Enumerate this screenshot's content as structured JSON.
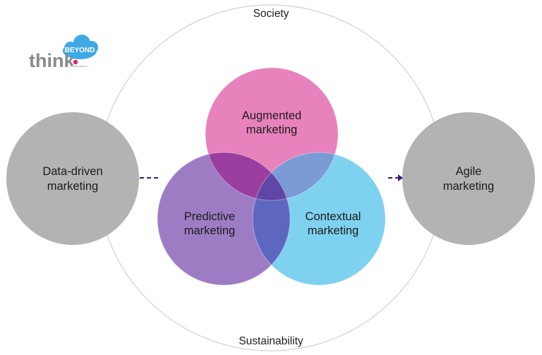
{
  "logo": {
    "word": "think",
    "cloud_text": "BEYOND",
    "colors": {
      "word": "#8a8a8a",
      "cloud": "#3fa9e6",
      "dot": "#e0236f"
    }
  },
  "outer_ring": {
    "top_label": "Society",
    "bottom_label": "Sustainability",
    "stroke_color": "#d0d0d0"
  },
  "side_circles": {
    "left": {
      "line1": "Data-driven",
      "line2": "marketing",
      "color": "#b3b3b3"
    },
    "right": {
      "line1": "Agile",
      "line2": "marketing",
      "color": "#b3b3b3"
    }
  },
  "venn": {
    "top": {
      "line1": "Augmented",
      "line2": "marketing",
      "color": "#e882bc"
    },
    "left": {
      "line1": "Predictive",
      "line2": "marketing",
      "color": "#9e7cc4"
    },
    "right": {
      "line1": "Contextual",
      "line2": "marketing",
      "color": "#7ed1ef"
    },
    "overlap_colors": {
      "top_left": "#9a3fa0",
      "top_right": "#7a9bd4",
      "left_right": "#5e67c0",
      "center": "#6046a6"
    }
  },
  "connectors": {
    "color": "#3d1a78",
    "left": {
      "style": "dashed",
      "arrow": false
    },
    "right": {
      "style": "dashed",
      "arrow": true
    }
  }
}
